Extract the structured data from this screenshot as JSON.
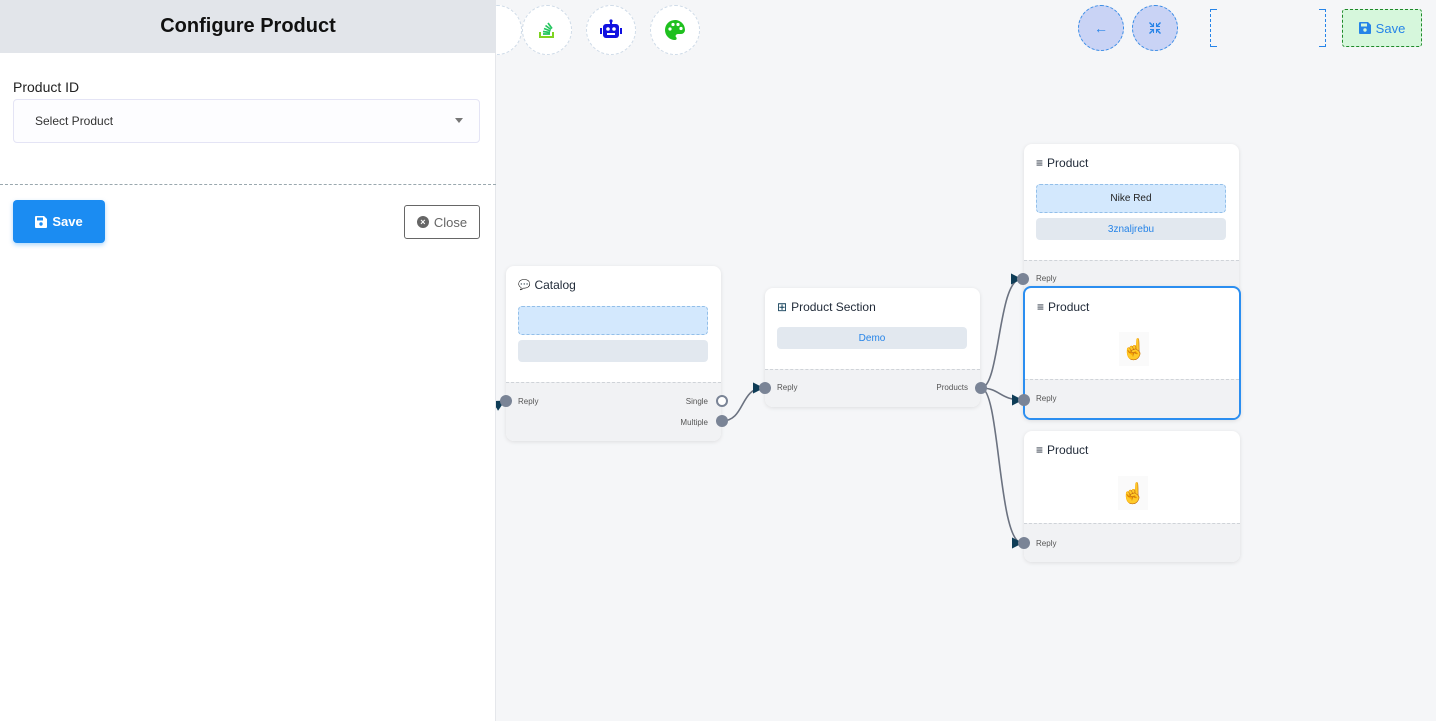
{
  "panel": {
    "title": "Configure Product",
    "field_label": "Product ID",
    "select_placeholder": "Select Product",
    "save_label": "Save",
    "close_label": "Close"
  },
  "toolbar": {
    "icons": [
      "stackoverflow-icon",
      "robot-icon",
      "palette-icon"
    ],
    "back_icon": "arrow-left-icon",
    "fit_icon": "compress-icon",
    "save_label": "Save"
  },
  "nodes": {
    "catalog": {
      "title": "Catalog",
      "ports": {
        "in": "Reply",
        "single": "Single",
        "multiple": "Multiple"
      }
    },
    "section": {
      "title": "Product Section",
      "item": "Demo",
      "ports": {
        "in": "Reply",
        "out": "Products"
      }
    },
    "product1": {
      "title": "Product",
      "name": "Nike Red",
      "id": "3znaljrebu",
      "port": "Reply"
    },
    "product2": {
      "title": "Product",
      "port": "Reply"
    },
    "product3": {
      "title": "Product",
      "port": "Reply"
    }
  },
  "colors": {
    "accent": "#1b8cf2",
    "selected_border": "#2b8ef0",
    "edge": "#6b7280",
    "arrow": "#0f3d57"
  }
}
